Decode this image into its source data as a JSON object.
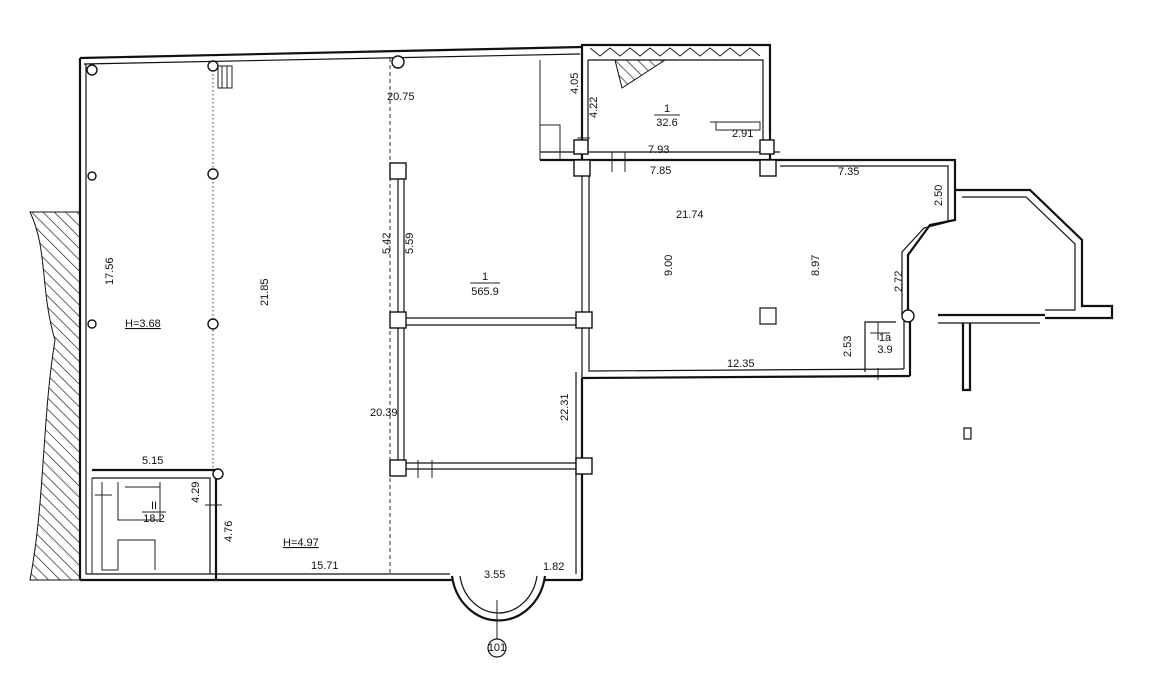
{
  "plan": {
    "dimensions": {
      "d_20_75": "20.75",
      "d_4_05": "4.05",
      "d_4_22": "4.22",
      "d_2_91": "2.91",
      "d_7_93": "7.93",
      "d_7_85": "7.85",
      "d_7_35": "7.35",
      "d_2_50": "2.50",
      "d_21_74": "21.74",
      "d_17_56": "17.56",
      "d_21_85": "21.85",
      "d_5_42": "5.42",
      "d_5_59": "5.59",
      "d_9_00": "9.00",
      "d_8_97": "8.97",
      "d_2_72": "2.72",
      "d_2_53": "2.53",
      "d_12_35": "12.35",
      "d_22_31": "22.31",
      "d_20_39": "20.39",
      "d_5_15": "5.15",
      "d_4_29": "4.29",
      "d_4_76": "4.76",
      "d_15_71": "15.71",
      "d_3_55": "3.55",
      "d_1_82": "1.82"
    },
    "heights": {
      "h_left": "H=3.68",
      "h_bottom": "H=4.97"
    },
    "rooms": {
      "main": {
        "number": "1",
        "area": "565.9"
      },
      "top": {
        "number": "1",
        "area": "32.6"
      },
      "stair": {
        "number": "II",
        "area": "18.2"
      },
      "small": {
        "number": "1a",
        "area": "3.9"
      }
    },
    "marker": "101"
  }
}
